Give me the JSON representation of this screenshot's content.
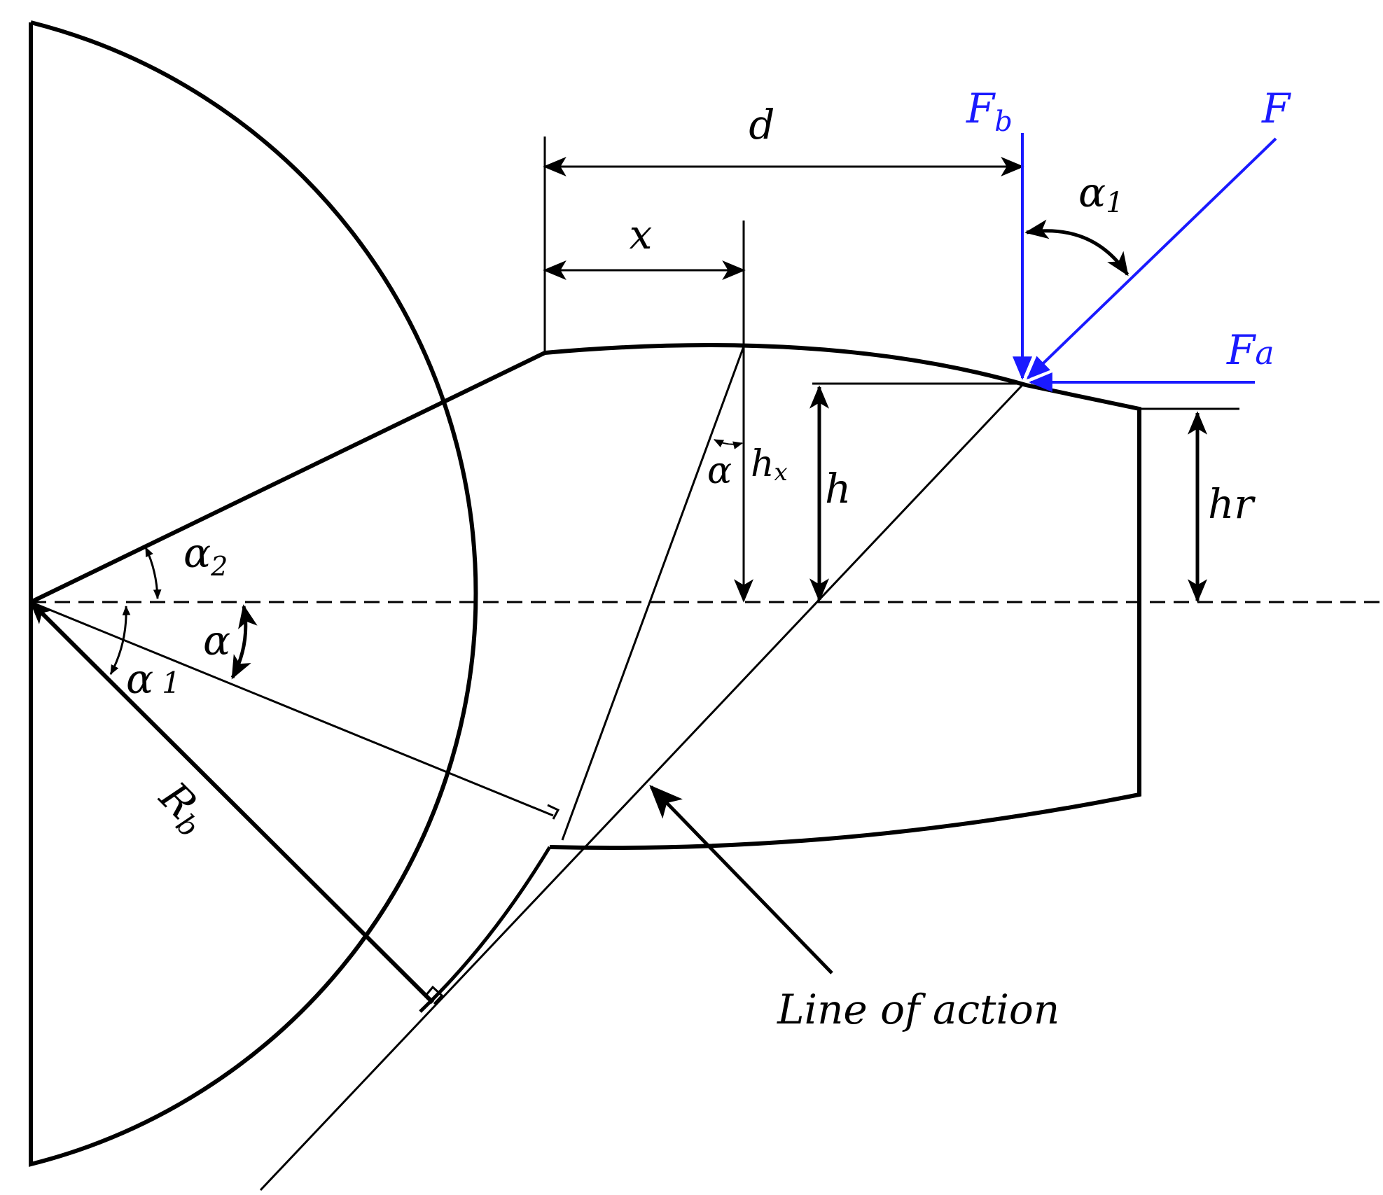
{
  "colors": {
    "ink": "#000000",
    "force": "#1a1aff"
  },
  "labels": {
    "d": "d",
    "x": "x",
    "h": "h",
    "hr": "hr",
    "alpha": "α",
    "alpha1": "α",
    "alpha1_sub": "1",
    "alpha2": "α",
    "alpha2_sub": "2",
    "alpha_small": "α",
    "alpha1_top": "α",
    "alpha1_top_sub": "1",
    "hx": "h",
    "hx_sub": "x",
    "Rb": "R",
    "Rb_sub": "b",
    "Fb": "F",
    "Fb_sub": "b",
    "F": "F",
    "Fa": "F",
    "Fa_sub": "a",
    "line_of_action": "Line of action"
  }
}
